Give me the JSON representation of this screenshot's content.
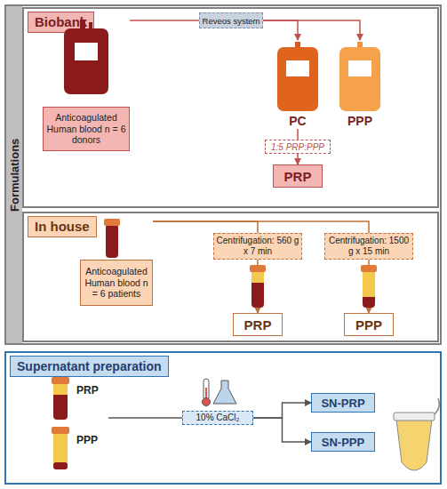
{
  "diagram": {
    "nodes": [
      {
        "text": [
          "Formulations"
        ]
      },
      {
        "text": [
          "Biobank"
        ],
        "in": 0
      },
      {
        "text": [
          "Anticoagulated Human blood n = 6 donors"
        ],
        "in": 1
      },
      {
        "text": [
          "Reveos system"
        ],
        "in": 1
      },
      {
        "text": [
          "PC"
        ],
        "in": 1
      },
      {
        "text": [
          "PPP"
        ],
        "in": 1
      },
      {
        "text": [
          "1:5 PRP:PPP"
        ],
        "in": 1
      },
      {
        "text": [
          "PRP"
        ],
        "in": 1
      },
      {
        "text": [
          "In house"
        ],
        "in": 0
      },
      {
        "text": [
          "Anticoagulated Human blood n = 6 patients"
        ],
        "in": 8
      },
      {
        "text": [
          "Centrifugation: 560 g x 7 min"
        ],
        "in": 8
      },
      {
        "text": [
          "Centrifugation: 1500 g x 15 min"
        ],
        "in": 8
      },
      {
        "text": [
          "PRP"
        ],
        "in": 8
      },
      {
        "text": [
          "PPP"
        ],
        "in": 8
      },
      {
        "text": [
          "Supernatant preparation"
        ]
      },
      {
        "text": [
          "10% CaCl₂"
        ],
        "in": 14
      },
      {
        "text": [
          "SN-PRP"
        ],
        "in": 14
      },
      {
        "text": [
          "SN-PPP"
        ],
        "in": 14
      }
    ],
    "edges": [
      {
        "from": 2,
        "to": 3,
        "arrow": "none"
      },
      {
        "from": 3,
        "to": 4,
        "arrow": "to"
      },
      {
        "from": 3,
        "to": 5,
        "arrow": "to"
      },
      {
        "from": 4,
        "to": 6,
        "arrow": "none"
      },
      {
        "from": 6,
        "to": 7,
        "arrow": "to"
      },
      {
        "from": 9,
        "to": 10,
        "arrow": "none"
      },
      {
        "from": 9,
        "to": 11,
        "arrow": "none"
      },
      {
        "from": 10,
        "to": 12,
        "arrow": "to"
      },
      {
        "from": 11,
        "to": 13,
        "arrow": "to"
      },
      {
        "from": 15,
        "to": 16,
        "arrow": "to"
      },
      {
        "from": 15,
        "to": 17,
        "arrow": "to"
      }
    ],
    "labels": [
      "PRP",
      "PPP"
    ]
  }
}
